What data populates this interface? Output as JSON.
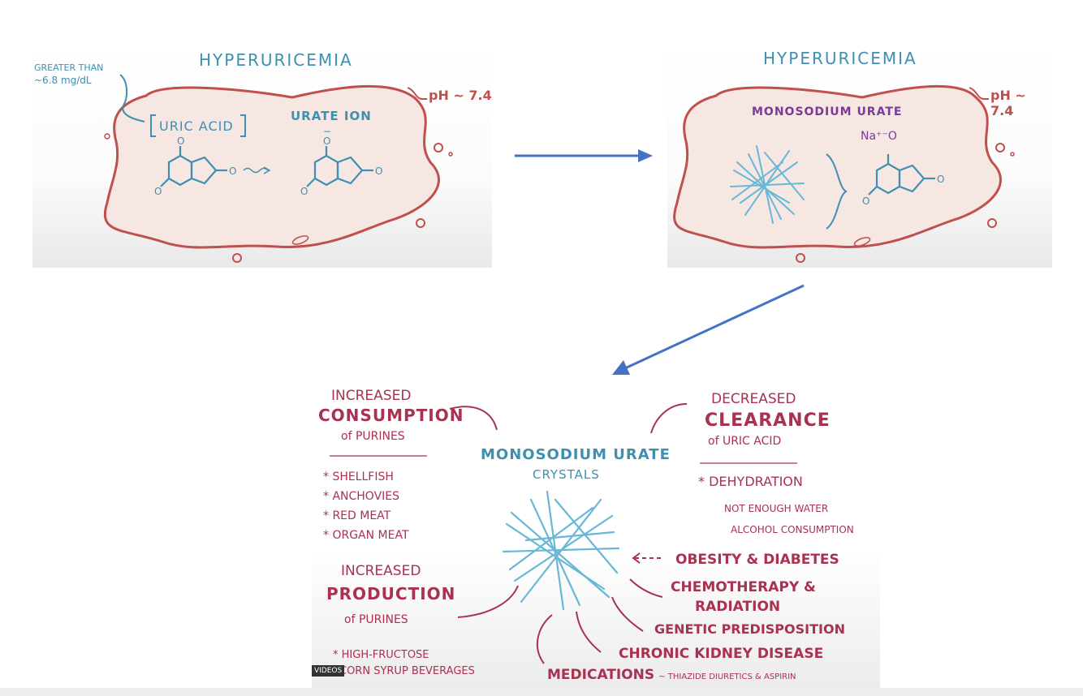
{
  "panel1": {
    "title": "HYPERURICEMIA",
    "threshold_line1": "GREATER THAN",
    "threshold_line2": "~6.8 mg/dL",
    "ph": "pH ~ 7.4",
    "uric_acid": "URIC ACID",
    "urate_ion": "URATE ION"
  },
  "panel2": {
    "title": "HYPERURICEMIA",
    "ph": "pH ~ 7.4",
    "label": "MONOSODIUM URATE",
    "na": "Na⁺⁻O"
  },
  "panel3": {
    "consumption_l1": "INCREASED",
    "consumption_l2": "CONSUMPTION",
    "consumption_l3": "of PURINES",
    "food_items": [
      "* SHELLFISH",
      "* ANCHOVIES",
      "* RED MEAT",
      "* ORGAN MEAT"
    ],
    "production_l1": "INCREASED",
    "production_l2": "PRODUCTION",
    "production_l3": "of PURINES",
    "hfcs_l1": "* HIGH-FRUCTOSE",
    "hfcs_l2": "CORN SYRUP BEVERAGES",
    "center_l1": "MONOSODIUM URATE",
    "center_l2": "CRYSTALS",
    "clearance_l1": "DECREASED",
    "clearance_l2": "CLEARANCE",
    "clearance_l3": "of URIC ACID",
    "dehydration": "* DEHYDRATION",
    "dehydration_sub1": "NOT ENOUGH WATER",
    "dehydration_sub2": "ALCOHOL CONSUMPTION",
    "obesity": "OBESITY & DIABETES",
    "chemo_l1": "CHEMOTHERAPY &",
    "chemo_l2": "RADIATION",
    "genetic": "GENETIC PREDISPOSITION",
    "ckd": "CHRONIC KIDNEY DISEASE",
    "medications": "MEDICATIONS",
    "medications_detail": "~ THIAZIDE DIURETICS & ASPIRIN",
    "badge": "VIDEOS"
  },
  "colors": {
    "arrow": "#4472c4",
    "blob_stroke": "#c0504d",
    "blob_fill": "#f6e7e3",
    "blue_ink": "#3f8fb0",
    "red_ink": "#a8324f",
    "purple_ink": "#7a3a9a"
  }
}
